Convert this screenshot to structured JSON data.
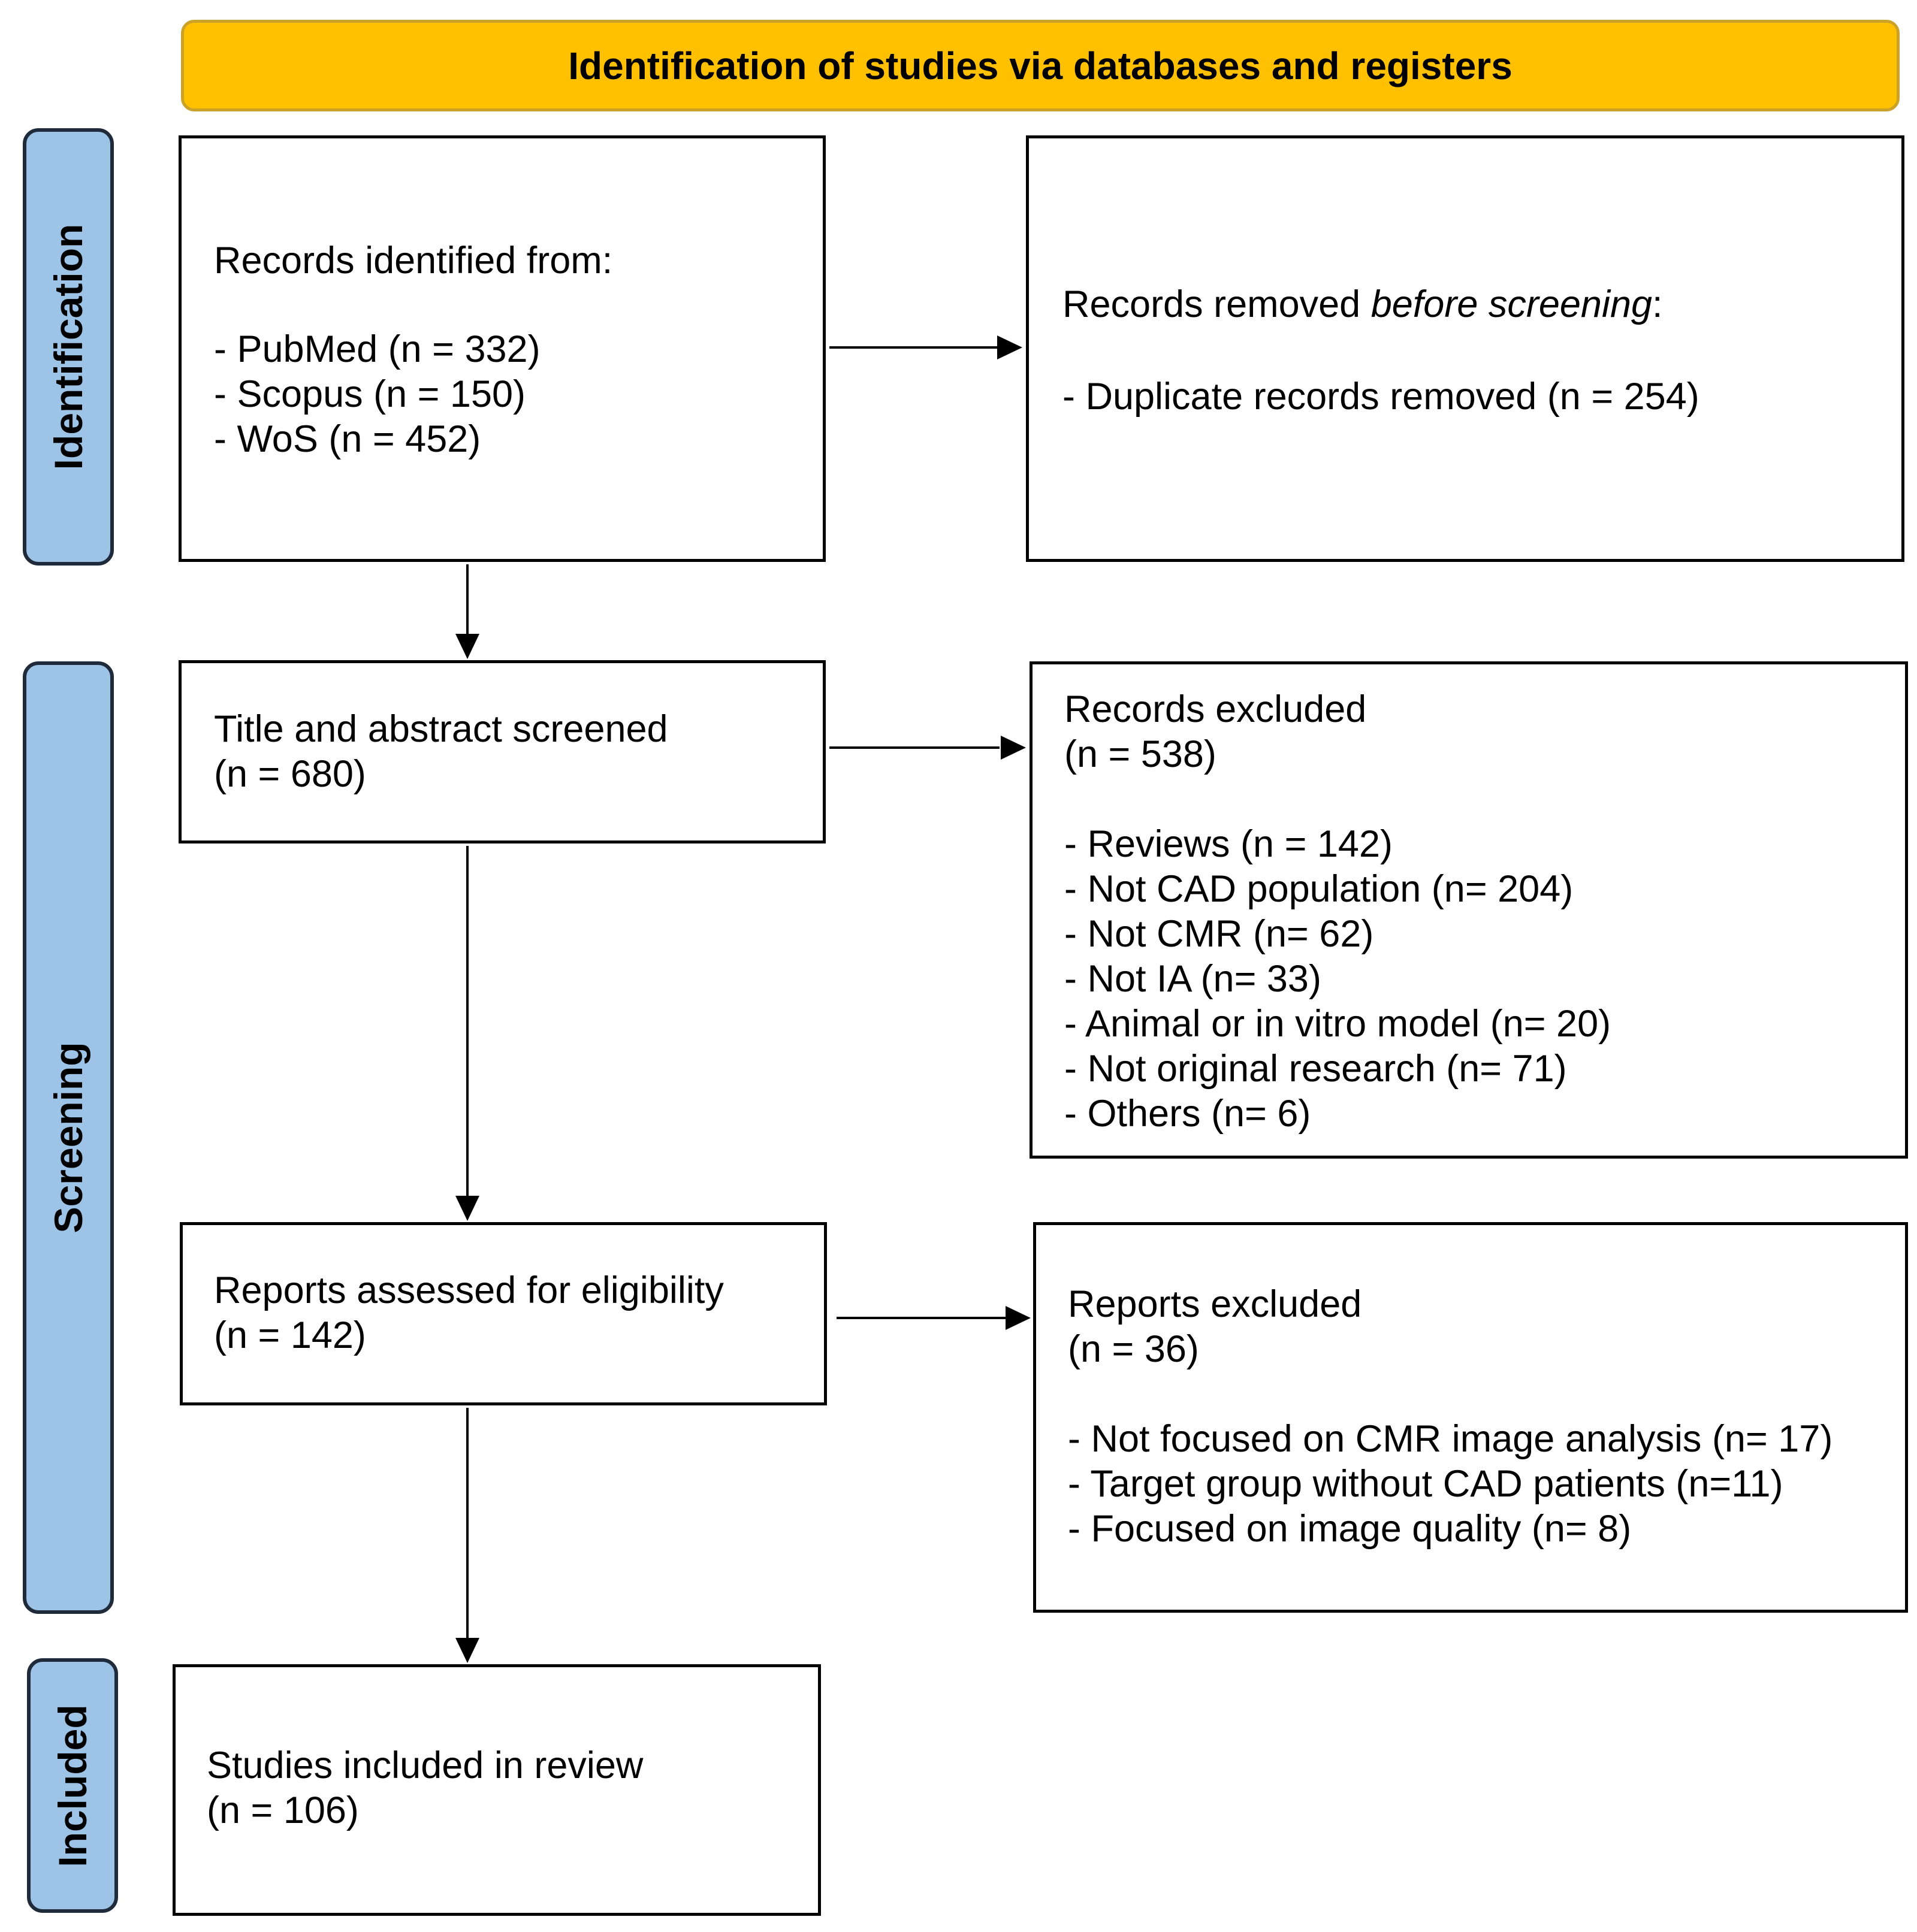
{
  "header": {
    "title": "Identification of studies via databases and registers"
  },
  "phases": {
    "identification": "Identification",
    "screening": "Screening",
    "included": "Included"
  },
  "records_identified": {
    "heading": "Records identified from:",
    "items": [
      "- PubMed (n = 332)",
      "- Scopus (n = 150)",
      "- WoS (n = 452)"
    ]
  },
  "records_removed": {
    "heading_prefix": "Records removed ",
    "heading_italic": "before screening",
    "heading_suffix": ":",
    "items": [
      "- Duplicate records removed (n = 254)"
    ]
  },
  "screened": {
    "label": "Title and abstract screened",
    "count": "(n = 680)"
  },
  "records_excluded": {
    "label": "Records excluded",
    "count": "(n = 538)",
    "items": [
      "- Reviews (n = 142)",
      "- Not CAD population (n= 204)",
      "- Not CMR (n= 62)",
      "- Not IA (n= 33)",
      "- Animal or in vitro model (n= 20)",
      "- Not original research (n= 71)",
      "- Others (n= 6)"
    ]
  },
  "eligibility": {
    "label": "Reports assessed for eligibility",
    "count": "(n = 142)"
  },
  "reports_excluded": {
    "label": "Reports excluded",
    "count": "(n = 36)",
    "items": [
      "- Not focused on CMR image analysis (n= 17)",
      "- Target group without CAD patients (n=11)",
      "- Focused on image quality (n= 8)"
    ]
  },
  "included": {
    "label": "Studies included in review",
    "count": "(n = 106)"
  }
}
